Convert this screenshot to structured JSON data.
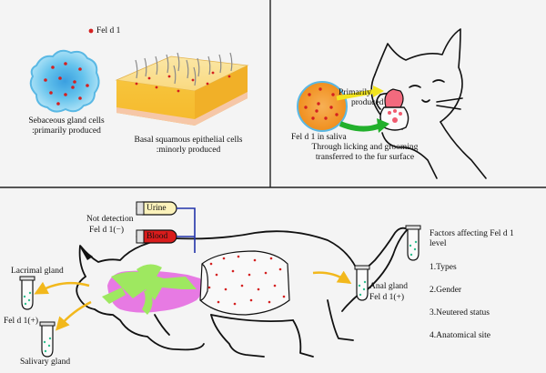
{
  "legend_label": "Fel d 1",
  "panel_a": {
    "sebaceous_title": "Sebaceous gland cells",
    "sebaceous_sub": ":primarily produced",
    "basal_title": "Basal squamous epithelial cells",
    "basal_sub": ":minorly produced"
  },
  "panel_b": {
    "saliva_label": "Fel d 1 in saliva",
    "primarily_line1": "Primarily",
    "primarily_line2": "produced",
    "transfer_line1": "Through licking and grooming",
    "transfer_line2": "transferred to the fur surface"
  },
  "panel_c": {
    "not_detection": "Not detection",
    "feld1_minus": "Fel d 1(−)",
    "urine": "Urine",
    "blood": "Blood",
    "lacrimal": "Lacrimal gland",
    "feld1_plus_left": "Fel d 1(+)",
    "salivary": "Salivary gland",
    "anal_gland": "Anal gland",
    "feld1_plus_right": "Fel d 1(+)",
    "factors_title_line1": "Factors affecting Fel d 1",
    "factors_title_line2": "level",
    "factors": [
      "1.Types",
      "2.Gender",
      "3.Neutered status",
      "4.Anatomical site"
    ]
  },
  "colors": {
    "dot": "#d42020",
    "cell_blue": "#5ab8e4",
    "arrow_yellow": "#f2b81c",
    "arrow_green": "#22b02c",
    "organ_pink": "#e77ae3",
    "organ_green": "#9ee860",
    "blood_red": "#d91c1c",
    "urine_yellow": "#fbf2bb",
    "skin_yellow": "#f7cf45",
    "connector_blue": "#2233aa"
  }
}
